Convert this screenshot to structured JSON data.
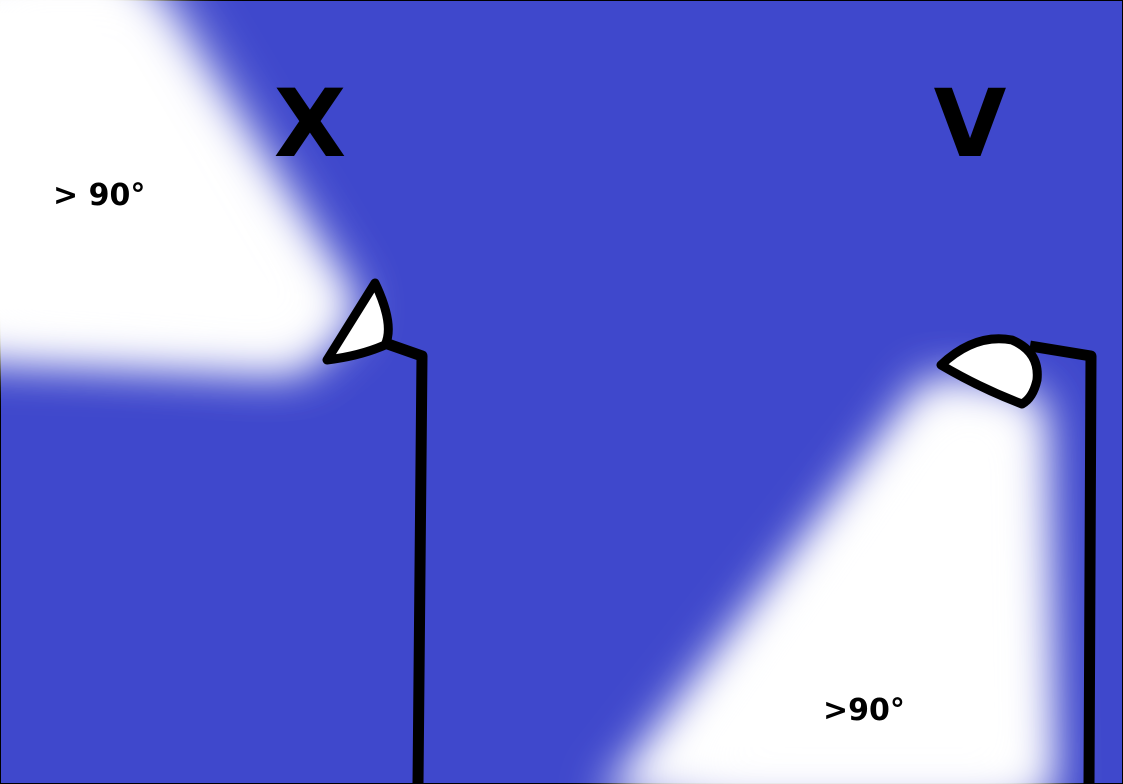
{
  "colors": {
    "sky": "#3f48cc",
    "light": "#ffffff",
    "outline": "#000000"
  },
  "panels": [
    {
      "id": "left",
      "mark": "X",
      "angle_label": "> 90°",
      "beam_direction": "upward"
    },
    {
      "id": "right",
      "mark": "V",
      "angle_label": ">90°",
      "beam_direction": "downward"
    }
  ]
}
